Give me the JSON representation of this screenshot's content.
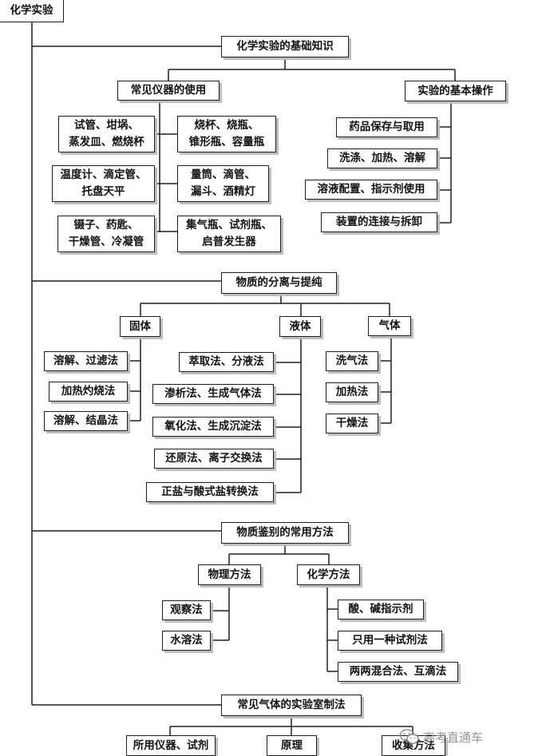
{
  "root": "化学实验",
  "sections": {
    "basic": {
      "title": "化学实验的基础知识",
      "instruments": {
        "title": "常见仪器的使用",
        "left": [
          "试管、坩埚、\n蒸发皿、燃烧杯",
          "温度计、滴定管、\n托盘天平",
          "镊子、药匙、\n干燥管、冷凝管"
        ],
        "right": [
          "烧杯、烧瓶、\n锥形瓶、容量瓶",
          "量筒、滴管、\n漏斗、酒精灯",
          "集气瓶、试剂瓶、\n启普发生器"
        ]
      },
      "operations": {
        "title": "实验的基本操作",
        "items": [
          "药品保存与取用",
          "洗涤、加热、溶解",
          "溶液配置、指示剂使用",
          "装置的连接与拆卸"
        ]
      }
    },
    "separation": {
      "title": "物质的分离与提纯",
      "solid": {
        "title": "固体",
        "items": [
          "溶解、过滤法",
          "加热灼烧法",
          "溶解、结晶法"
        ]
      },
      "liquid": {
        "title": "液体",
        "items": [
          "萃取法、分液法",
          "渗析法、生成气体法",
          "氧化法、生成沉淀法",
          "还原法、离子交换法",
          "正盐与酸式盐转换法"
        ]
      },
      "gas": {
        "title": "气体",
        "items": [
          "洗气法",
          "加热法",
          "干燥法"
        ]
      }
    },
    "identification": {
      "title": "物质鉴别的常用方法",
      "physical": {
        "title": "物理方法",
        "items": [
          "观察法",
          "水溶法"
        ]
      },
      "chemical": {
        "title": "化学方法",
        "items": [
          "酸、碱指示剂",
          "只用一种试剂法",
          "两两混合法、互滴法"
        ]
      }
    },
    "gasprep": {
      "title": "常见气体的实验室制法",
      "items": [
        "所用仪器、试剂",
        "原理",
        "收集方法"
      ]
    }
  },
  "watermark": "高考直通车",
  "watermark_icon": "wechat-icon"
}
